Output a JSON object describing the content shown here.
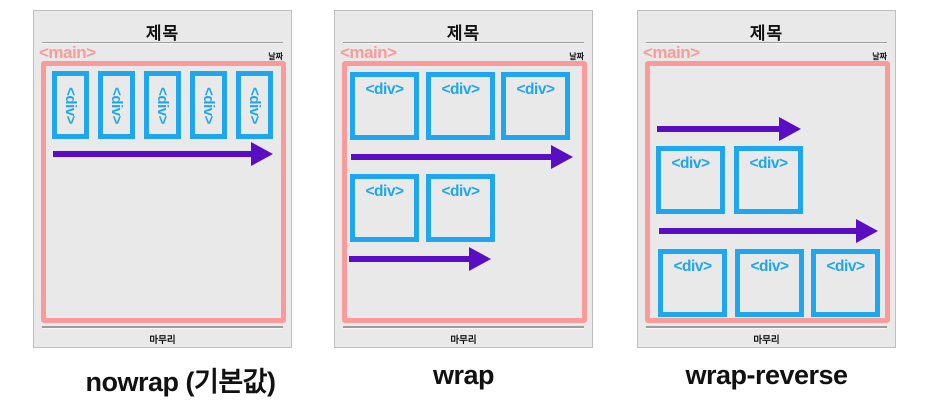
{
  "colors": {
    "accent_pink": "#fa9b9b",
    "accent_blue": "#1ea7ef",
    "accent_purple": "#5a0ec4",
    "card_bg": "#e9e9e9",
    "card_border": "#bfbfbf",
    "rule_gray": "#9c9c9c",
    "text_black": "#111111"
  },
  "panels": [
    {
      "caption": "nowrap (기본값)",
      "card": {
        "title": "제목",
        "main_tag": "<main>",
        "date_label": "날짜",
        "footer_label": "마무리"
      },
      "rows": [
        {
          "boxes": [
            "<div>",
            "<div>",
            "<div>",
            "<div>",
            "<div>"
          ]
        }
      ]
    },
    {
      "caption": "wrap",
      "card": {
        "title": "제목",
        "main_tag": "<main>",
        "date_label": "날짜",
        "footer_label": "마무리"
      },
      "rows": [
        {
          "boxes": [
            "<div>",
            "<div>",
            "<div>"
          ]
        },
        {
          "boxes": [
            "<div>",
            "<div>"
          ]
        }
      ]
    },
    {
      "caption": "wrap-reverse",
      "card": {
        "title": "제목",
        "main_tag": "<main>",
        "date_label": "날짜",
        "footer_label": "마무리"
      },
      "rows": [
        {
          "boxes": [
            "<div>",
            "<div>"
          ]
        },
        {
          "boxes": [
            "<div>",
            "<div>",
            "<div>"
          ]
        }
      ]
    }
  ]
}
